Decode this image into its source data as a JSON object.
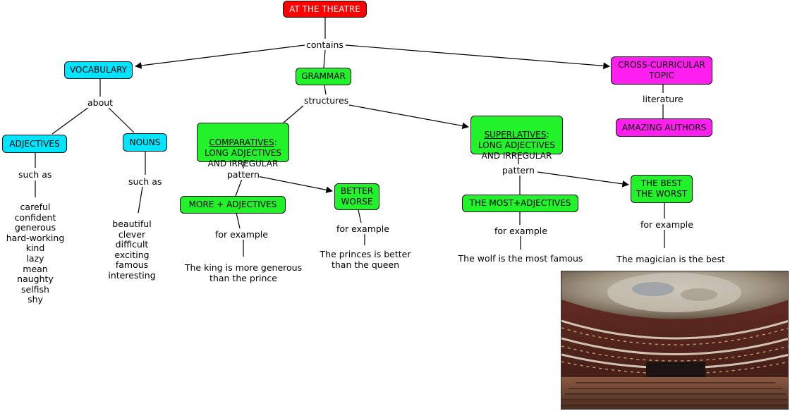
{
  "nodes": {
    "root": "AT THE THEATRE",
    "vocabulary": "VOCABULARY",
    "grammar": "GRAMMAR",
    "cross": "CROSS-CURRICULAR\nTOPIC",
    "adjectives": "ADJECTIVES",
    "nouns": "NOUNS",
    "comparatives_title": "COMPARATIVES",
    "comparatives_rest": ":\nLONG ADJECTIVES\nAND IRREGULAR",
    "superlatives_title": "SUPERLATIVES",
    "superlatives_rest": ":\nLONG ADJECTIVES\nAND IRREGULAR",
    "authors": "AMAZING AUTHORS",
    "more_adj": "MORE  + ADJECTIVES",
    "better_worse": "BETTER\nWORSE",
    "most_adj": "THE MOST+ADJECTIVES",
    "best_worst": "THE BEST\nTHE WORST"
  },
  "links": {
    "contains": "contains",
    "about": "about",
    "structures": "structures",
    "literature": "literature",
    "such_as_1": "such as",
    "such_as_2": "such as",
    "pattern_1": "pattern",
    "pattern_2": "pattern",
    "for_example_1": "for example",
    "for_example_2": "for example",
    "for_example_3": "for example",
    "for_example_4": "for example"
  },
  "examples": {
    "adjectives_list": "careful\nconfident\ngenerous\nhard-working\nkind\nlazy\nmean\nnaughty\nselfish\nshy",
    "nouns_list": "beautiful\nclever\ndifficult\nexciting\nfamous\ninteresting",
    "comparative_example": "The king is more generous\nthan the prince",
    "better_example": "The princes is better\nthan the queen",
    "most_example": "The wolf is the most famous",
    "best_example": "The magician is the best"
  },
  "colors": {
    "root": "#ff0000",
    "vocabulary": "#00e5ff",
    "grammar": "#22f22a",
    "cross": "#ff1ef0"
  }
}
